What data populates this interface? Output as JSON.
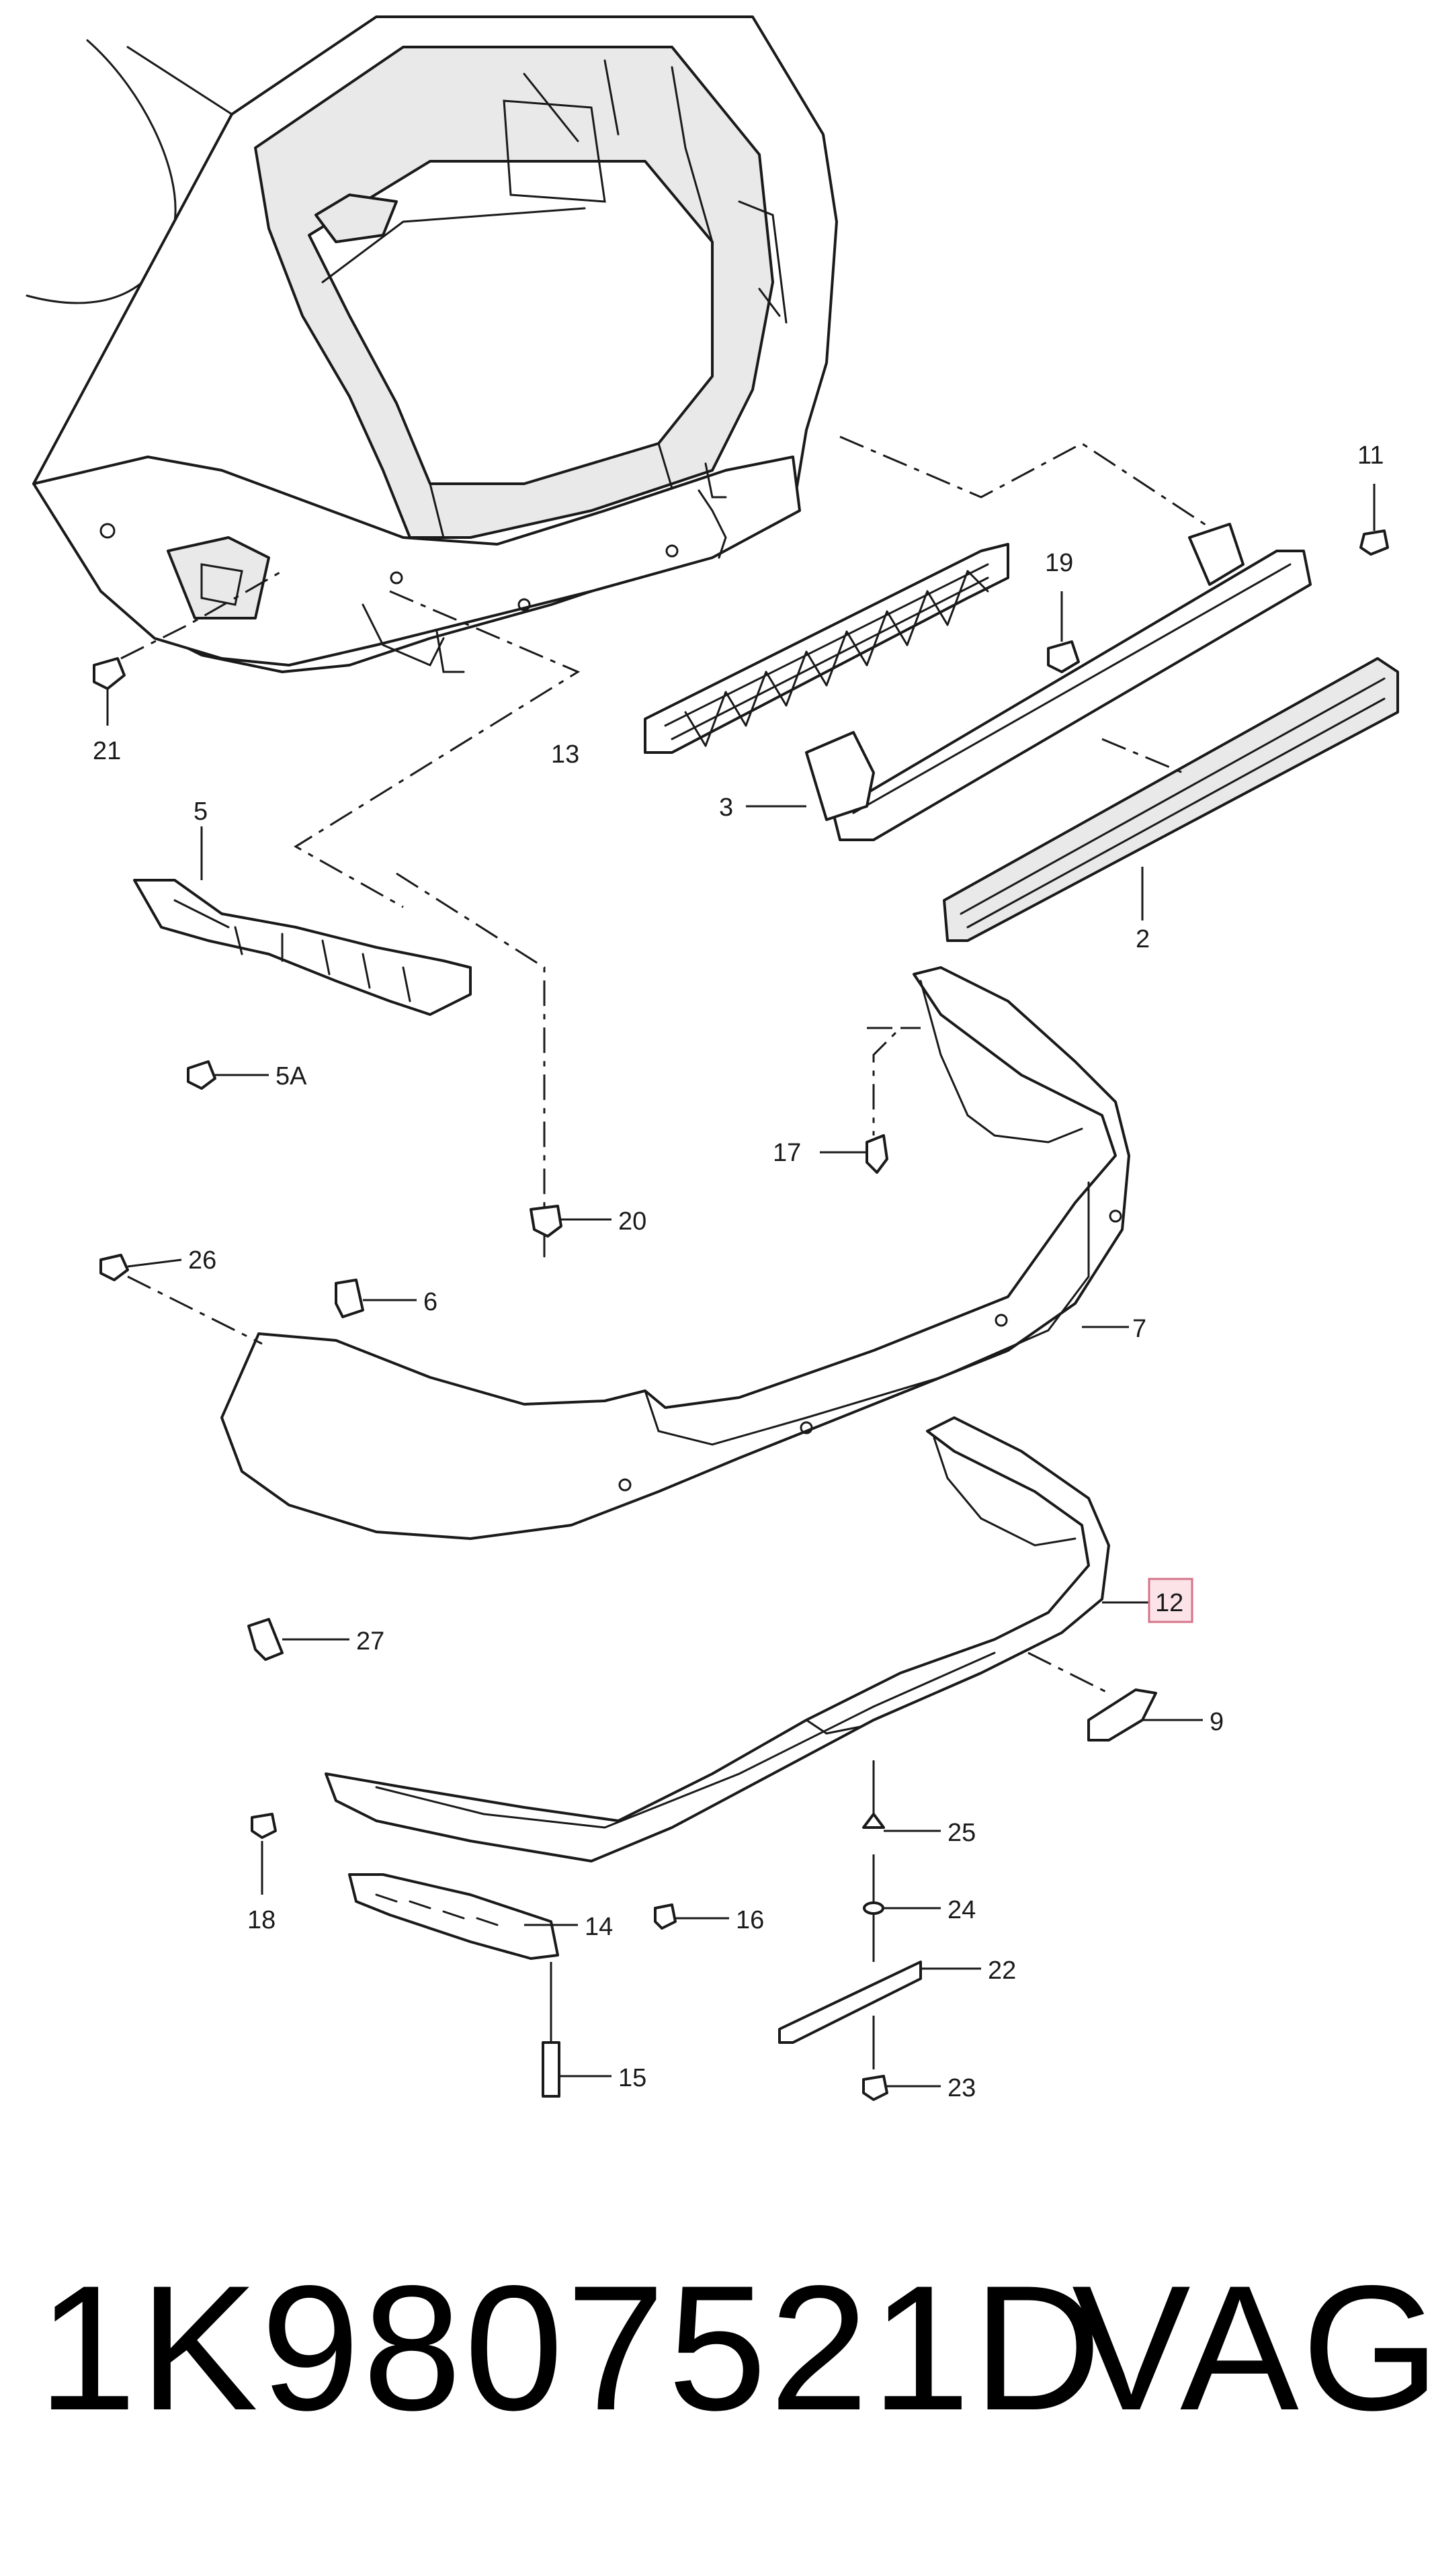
{
  "callouts": [
    {
      "id": "c11",
      "label": "11"
    },
    {
      "id": "c19",
      "label": "19"
    },
    {
      "id": "c21",
      "label": "21"
    },
    {
      "id": "c13",
      "label": "13"
    },
    {
      "id": "c3",
      "label": "3"
    },
    {
      "id": "c5",
      "label": "5"
    },
    {
      "id": "c2",
      "label": "2"
    },
    {
      "id": "c5a",
      "label": "5A"
    },
    {
      "id": "c17",
      "label": "17"
    },
    {
      "id": "c20",
      "label": "20"
    },
    {
      "id": "c26",
      "label": "26"
    },
    {
      "id": "c6",
      "label": "6"
    },
    {
      "id": "c7",
      "label": "7"
    },
    {
      "id": "c12",
      "label": "12",
      "highlighted": true
    },
    {
      "id": "c27",
      "label": "27"
    },
    {
      "id": "c9",
      "label": "9"
    },
    {
      "id": "c25",
      "label": "25"
    },
    {
      "id": "c18",
      "label": "18"
    },
    {
      "id": "c24",
      "label": "24"
    },
    {
      "id": "c16",
      "label": "16"
    },
    {
      "id": "c14",
      "label": "14"
    },
    {
      "id": "c22",
      "label": "22"
    },
    {
      "id": "c15",
      "label": "15"
    },
    {
      "id": "c23",
      "label": "23"
    }
  ],
  "highlight_color": "#d6738a",
  "footer": {
    "part_number": "1K9807521D",
    "brand": "VAG"
  }
}
